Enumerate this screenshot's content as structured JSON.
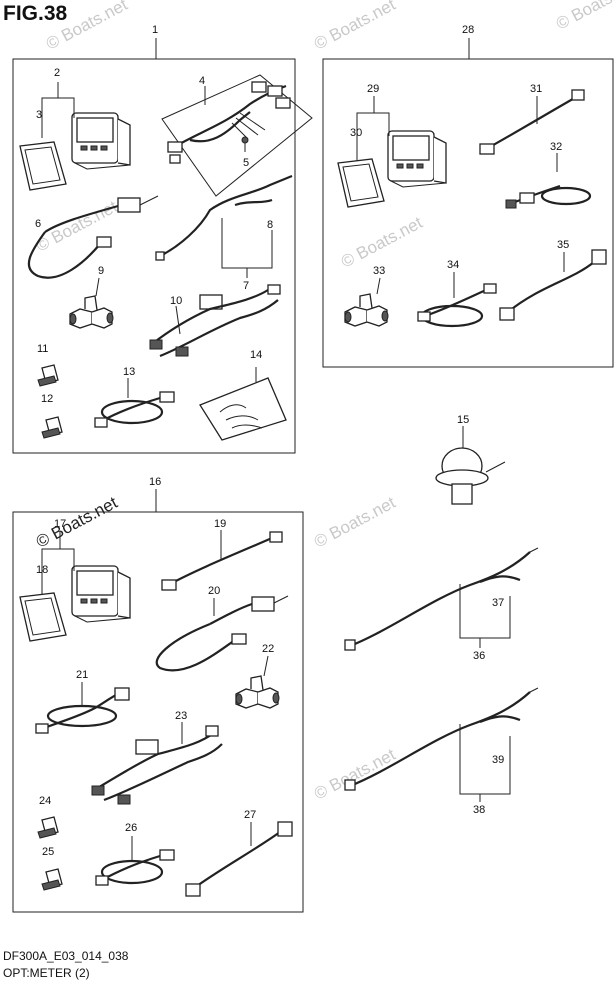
{
  "header": {
    "title": "FIG.38"
  },
  "footer": {
    "code": "DF300A_E03_014_038",
    "caption": "OPT:METER (2)"
  },
  "watermark": "© Boats.net",
  "part_numbers": {
    "p1": "1",
    "p2": "2",
    "p3": "3",
    "p4": "4",
    "p5": "5",
    "p6": "6",
    "p7": "7",
    "p8": "8",
    "p9": "9",
    "p10": "10",
    "p11": "11",
    "p12": "12",
    "p13": "13",
    "p14": "14",
    "p15": "15",
    "p16": "16",
    "p17": "17",
    "p18": "18",
    "p19": "19",
    "p20": "20",
    "p21": "21",
    "p22": "22",
    "p23": "23",
    "p24": "24",
    "p25": "25",
    "p26": "26",
    "p27": "27",
    "p28": "28",
    "p29": "29",
    "p30": "30",
    "p31": "31",
    "p32": "32",
    "p33": "33",
    "p34": "34",
    "p35": "35",
    "p36": "36",
    "p37": "37",
    "p38": "38",
    "p39": "39"
  }
}
